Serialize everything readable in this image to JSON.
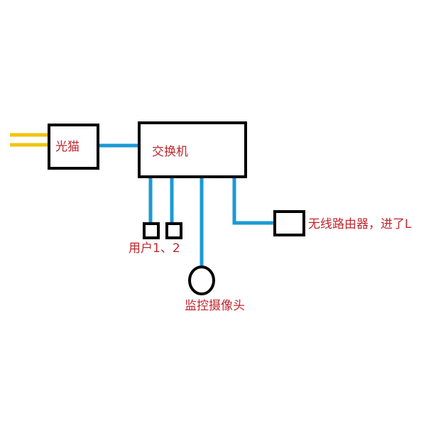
{
  "diagram": {
    "colors": {
      "fiber": "#f2c40f",
      "cable": "#1a9ad6",
      "outline": "#000000",
      "label": "#c0262d"
    },
    "nodes": {
      "modem": {
        "label": "光猫"
      },
      "switch": {
        "label": "交换机"
      },
      "users": {
        "label": "用户1、2"
      },
      "camera": {
        "label": "监控摄像头"
      },
      "router": {
        "label": "无线路由器，进了L"
      }
    }
  }
}
